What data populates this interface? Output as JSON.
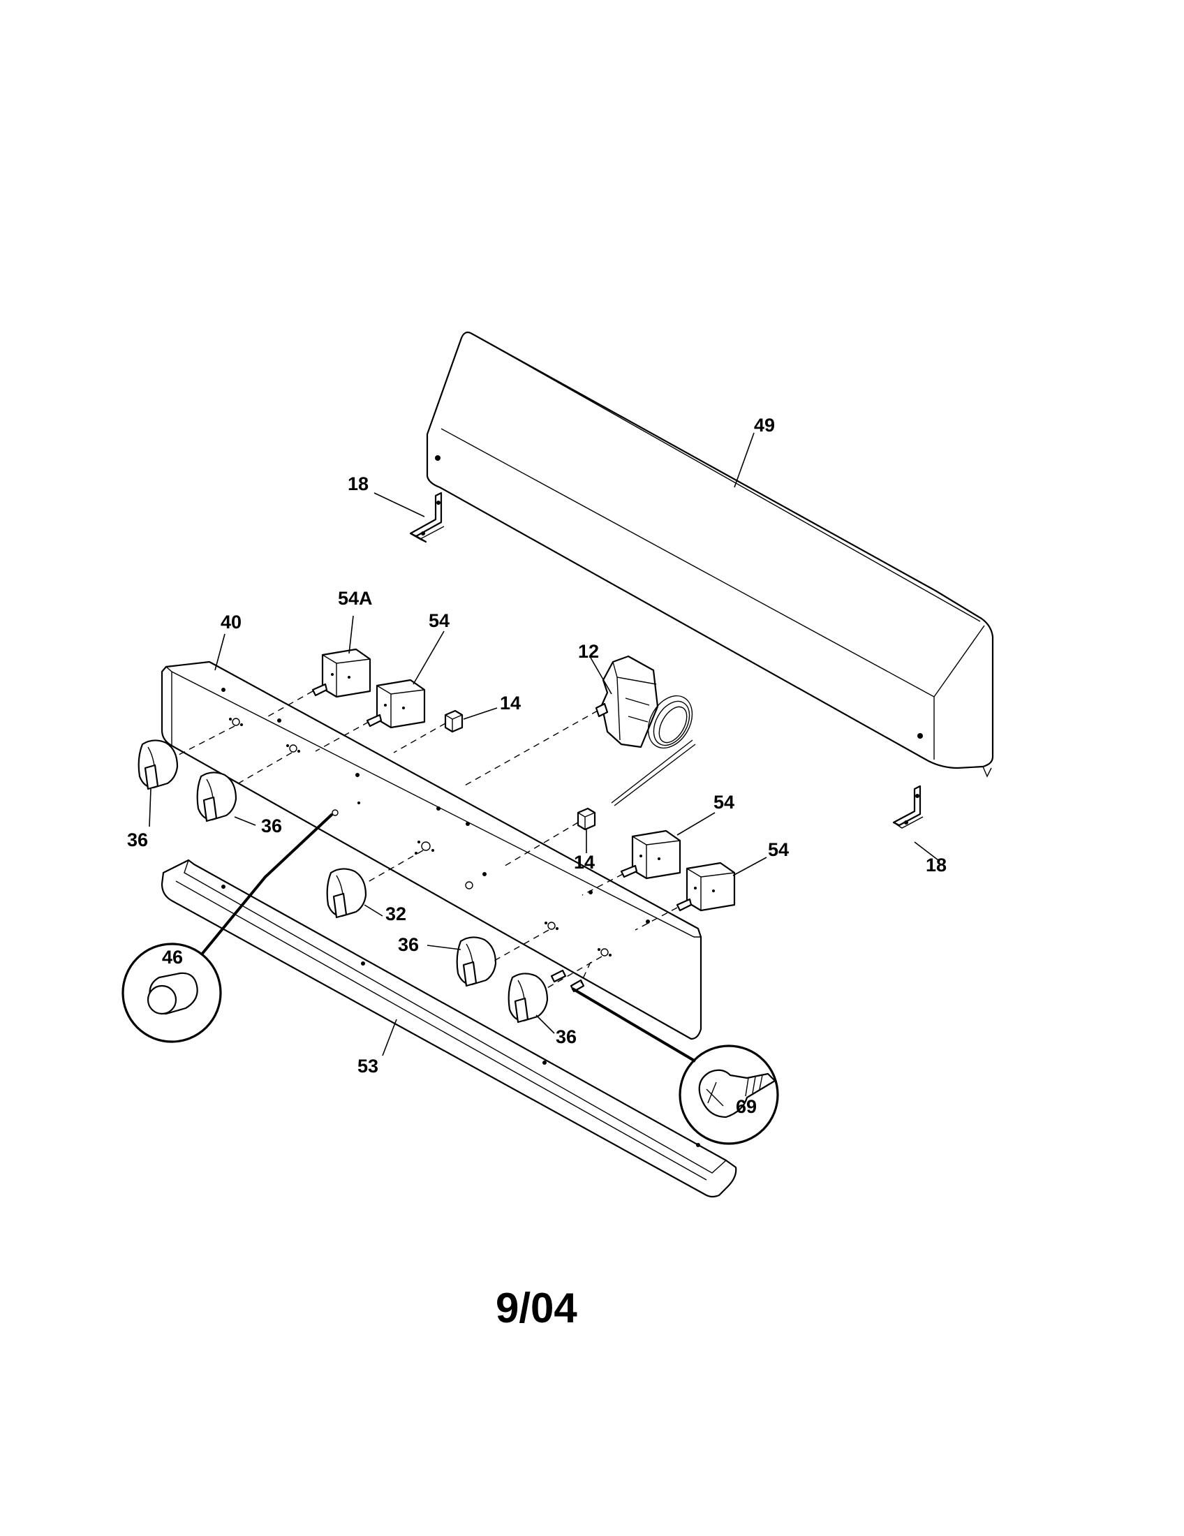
{
  "diagram": {
    "callouts": {
      "c49": "49",
      "c18_left": "18",
      "c18_right": "18",
      "c40": "40",
      "c54A": "54A",
      "c54_top": "54",
      "c54_mid": "54",
      "c54_low": "54",
      "c12": "12",
      "c14_top": "14",
      "c14_low": "14",
      "c36_a": "36",
      "c36_b": "36",
      "c36_c": "36",
      "c36_d": "36",
      "c32": "32",
      "c46": "46",
      "c53": "53",
      "c69": "69"
    },
    "footer_date": "9/04"
  }
}
